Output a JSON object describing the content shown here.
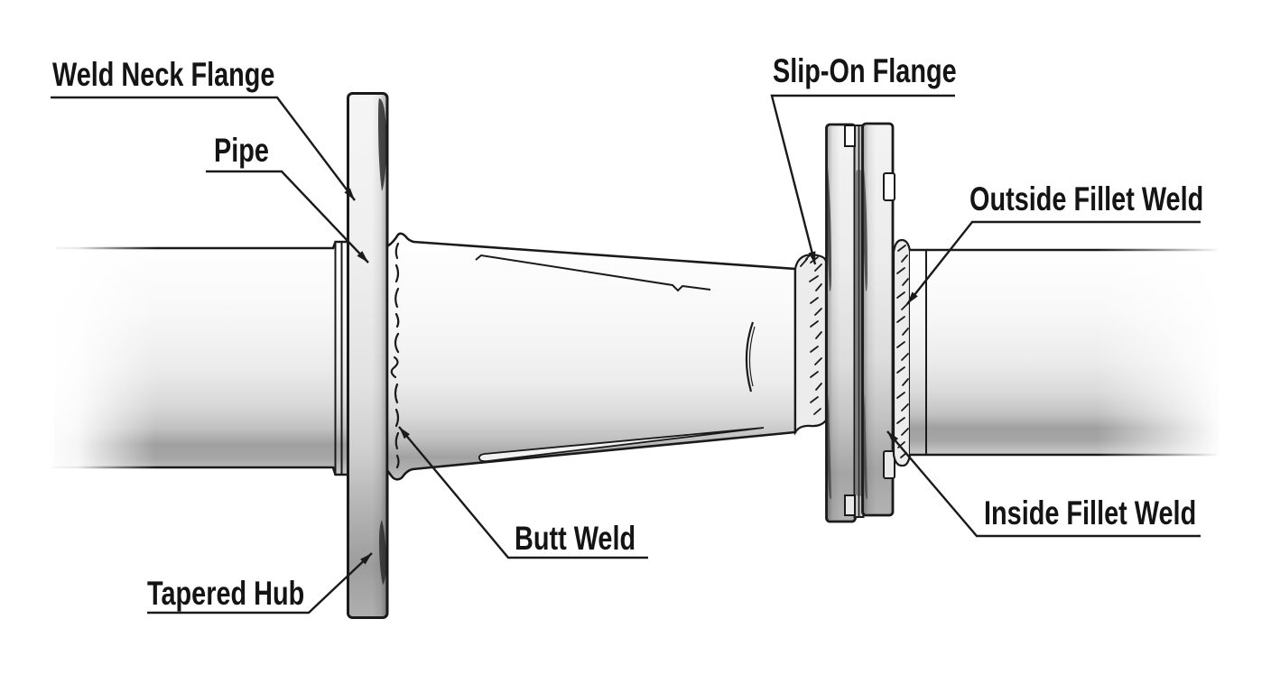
{
  "diagram": {
    "background": "#ffffff",
    "ink_color": "#1a1a1a",
    "steel_colors": {
      "highlight": "#ffffff",
      "light": "#ececec",
      "mid": "#c2c2c2",
      "shadow": "#9d9d9d"
    },
    "labels": {
      "weld_neck_flange": "Weld Neck Flange",
      "pipe": "Pipe",
      "tapered_hub": "Tapered Hub",
      "butt_weld": "Butt Weld",
      "slip_on_flange": "Slip-On Flange",
      "outside_fillet_weld": "Outside Fillet Weld",
      "inside_fillet_weld": "Inside Fillet Weld"
    }
  }
}
